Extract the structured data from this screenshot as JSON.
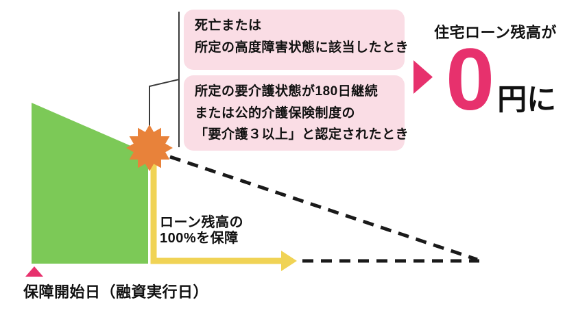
{
  "diagram": {
    "callout_box_1": {
      "line1": "死亡または",
      "line2": "所定の高度障害状態に該当したとき"
    },
    "callout_box_2": {
      "line1": "所定の要介護状態が180日継続",
      "line2": "または公的介護保険制度の",
      "line3": "「要介護３以上」と認定されたとき"
    },
    "result": {
      "headline": "住宅ローン残高が",
      "amount": "0",
      "unit": "円に"
    },
    "coverage_label": {
      "line1": "ローン残高の",
      "line2": "100%を保障"
    },
    "start_date_label": "保障開始日（融資実行日）"
  },
  "icons": {
    "event_starburst_icon": "orange 12-point burst marking the insured event",
    "result_arrow_icon": "pink right-pointing triangle arrow",
    "start_marker_icon": "pink up-pointing triangle at coverage start"
  },
  "colors": {
    "green": "#7cc957",
    "yellow": "#f0d355",
    "orange": "#e8823a",
    "pink_box": "#fadde5",
    "accent_pink": "#e7316d",
    "line_black": "#1a1a1a",
    "connector_gray": "#3a3a3a"
  }
}
